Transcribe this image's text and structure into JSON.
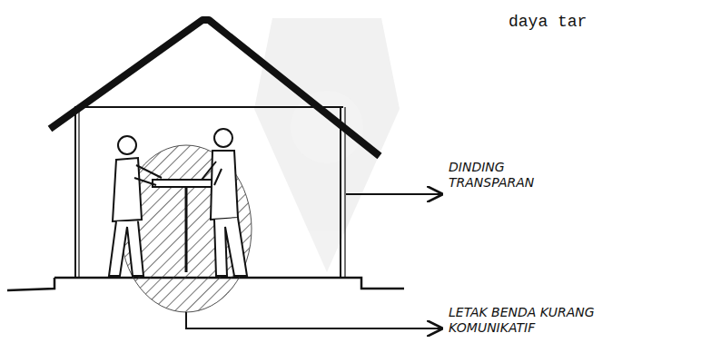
{
  "diagram": {
    "labels": [
      "daya tar",
      "DINDING TRANSPARAN",
      "LETAK BENDA KURANG KOMUNIKATIF"
    ]
  }
}
